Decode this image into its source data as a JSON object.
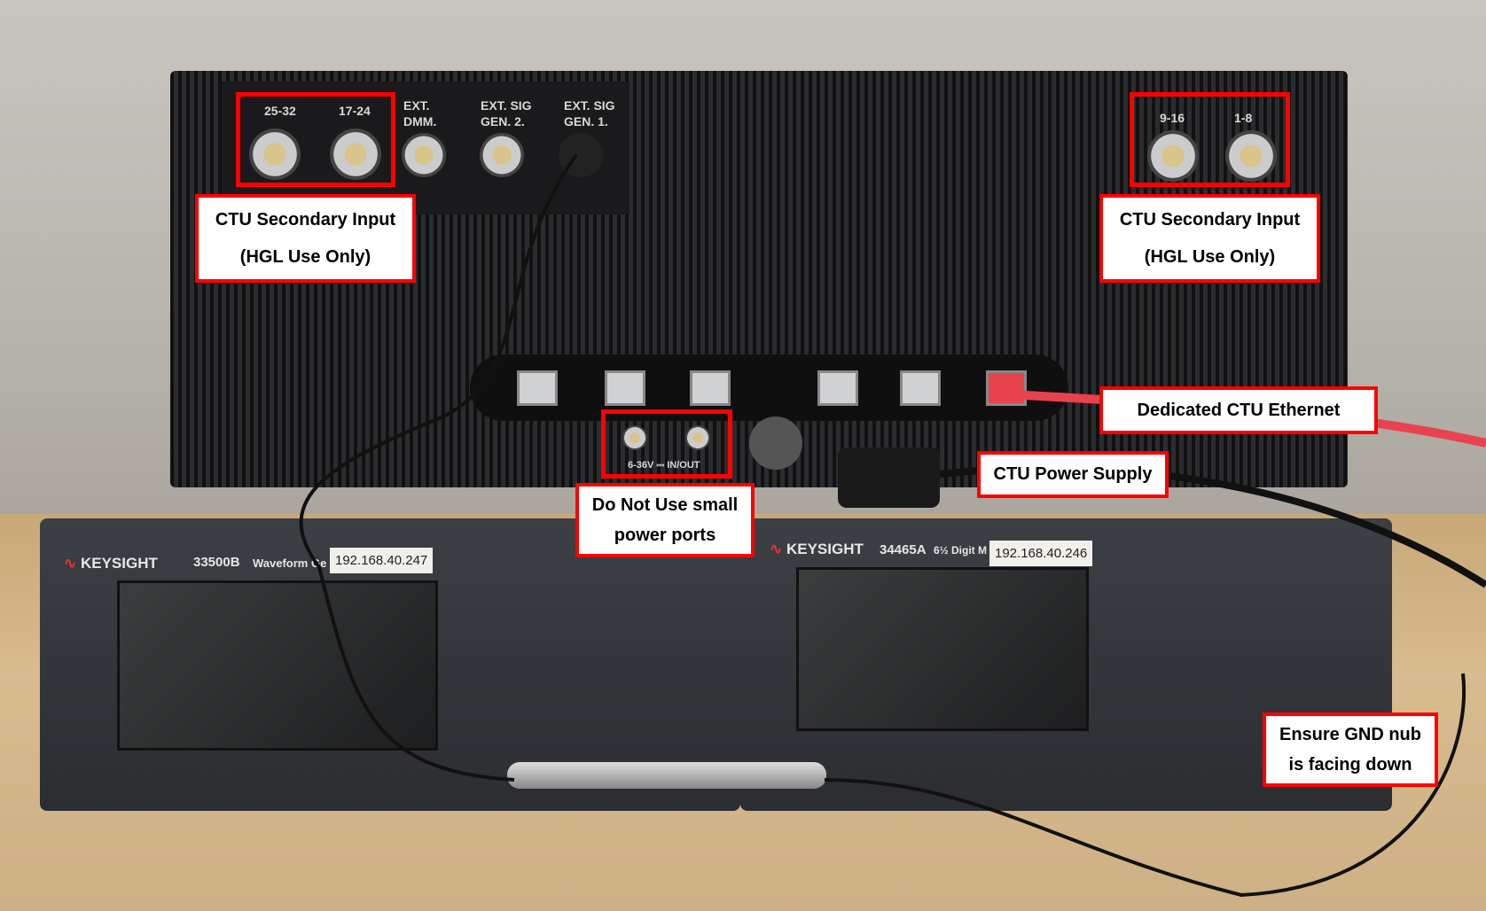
{
  "photo": {
    "ctu_panel_labels": {
      "conn_25_32": "25-32",
      "conn_17_24": "17-24",
      "ext_dmm": "EXT. DMM.",
      "ext_sig_gen2": "EXT. SIG GEN. 2.",
      "ext_sig_gen1": "EXT. SIG GEN. 1.",
      "conn_9_16": "9-16",
      "conn_1_8": "1-8",
      "power_ports": "6-36V ⎓ IN/OUT"
    },
    "instrument_left": {
      "brand": "KEYSIGHT",
      "model": "33500B",
      "name": "Waveform Ge",
      "ip": "192.168.40.247"
    },
    "instrument_right": {
      "brand": "KEYSIGHT",
      "model": "34465A",
      "name": "6½ Digit M",
      "ip": "192.168.40.246"
    }
  },
  "annotations": {
    "secondary_input_left": {
      "line1": "CTU Secondary Input",
      "line2": "(HGL Use Only)"
    },
    "secondary_input_right": {
      "line1": "CTU Secondary Input",
      "line2": "(HGL Use Only)"
    },
    "ethernet": "Dedicated CTU Ethernet",
    "power_supply": "CTU Power Supply",
    "small_ports": {
      "line1": "Do Not Use small",
      "line2": "power ports"
    },
    "gnd": {
      "line1": "Ensure GND nub",
      "line2": "is facing down"
    }
  },
  "colors": {
    "annotation_border": "#ff0000",
    "ethernet_cable": "#e8424f"
  }
}
